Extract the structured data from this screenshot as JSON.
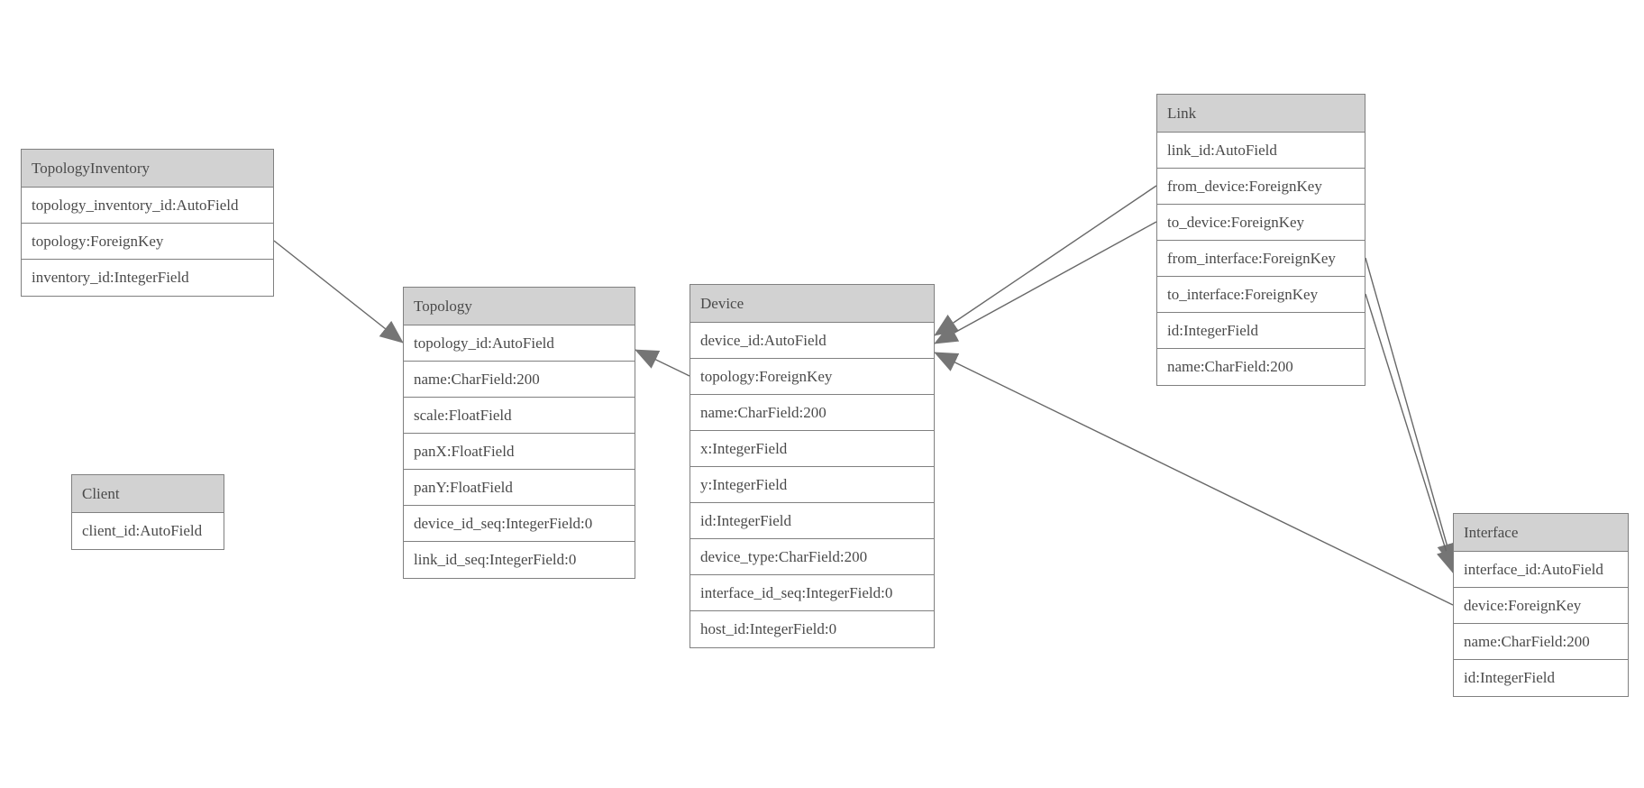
{
  "diagram": {
    "tables": [
      {
        "name": "TopologyInventory",
        "fields": [
          "topology_inventory_id:AutoField",
          "topology:ForeignKey",
          "inventory_id:IntegerField"
        ]
      },
      {
        "name": "Topology",
        "fields": [
          "topology_id:AutoField",
          "name:CharField:200",
          "scale:FloatField",
          "panX:FloatField",
          "panY:FloatField",
          "device_id_seq:IntegerField:0",
          "link_id_seq:IntegerField:0"
        ]
      },
      {
        "name": "Client",
        "fields": [
          "client_id:AutoField"
        ]
      },
      {
        "name": "Device",
        "fields": [
          "device_id:AutoField",
          "topology:ForeignKey",
          "name:CharField:200",
          "x:IntegerField",
          "y:IntegerField",
          "id:IntegerField",
          "device_type:CharField:200",
          "interface_id_seq:IntegerField:0",
          "host_id:IntegerField:0"
        ]
      },
      {
        "name": "Link",
        "fields": [
          "link_id:AutoField",
          "from_device:ForeignKey",
          "to_device:ForeignKey",
          "from_interface:ForeignKey",
          "to_interface:ForeignKey",
          "id:IntegerField",
          "name:CharField:200"
        ]
      },
      {
        "name": "Interface",
        "fields": [
          "interface_id:AutoField",
          "device:ForeignKey",
          "name:CharField:200",
          "id:IntegerField"
        ]
      }
    ],
    "relations": [
      {
        "from": "TopologyInventory.topology",
        "to": "Topology.topology_id"
      },
      {
        "from": "Device.topology",
        "to": "Topology.topology_id"
      },
      {
        "from": "Link.from_device",
        "to": "Device.device_id"
      },
      {
        "from": "Link.to_device",
        "to": "Device.device_id"
      },
      {
        "from": "Interface.device",
        "to": "Device.device_id"
      },
      {
        "from": "Link.from_interface",
        "to": "Interface.interface_id"
      },
      {
        "from": "Link.to_interface",
        "to": "Interface.interface_id"
      }
    ],
    "colors": {
      "header_fill": "#d2d2d2",
      "border": "#808080",
      "text": "#4a4a4a",
      "edge": "#686868",
      "arrow_fill": "#757575"
    }
  }
}
